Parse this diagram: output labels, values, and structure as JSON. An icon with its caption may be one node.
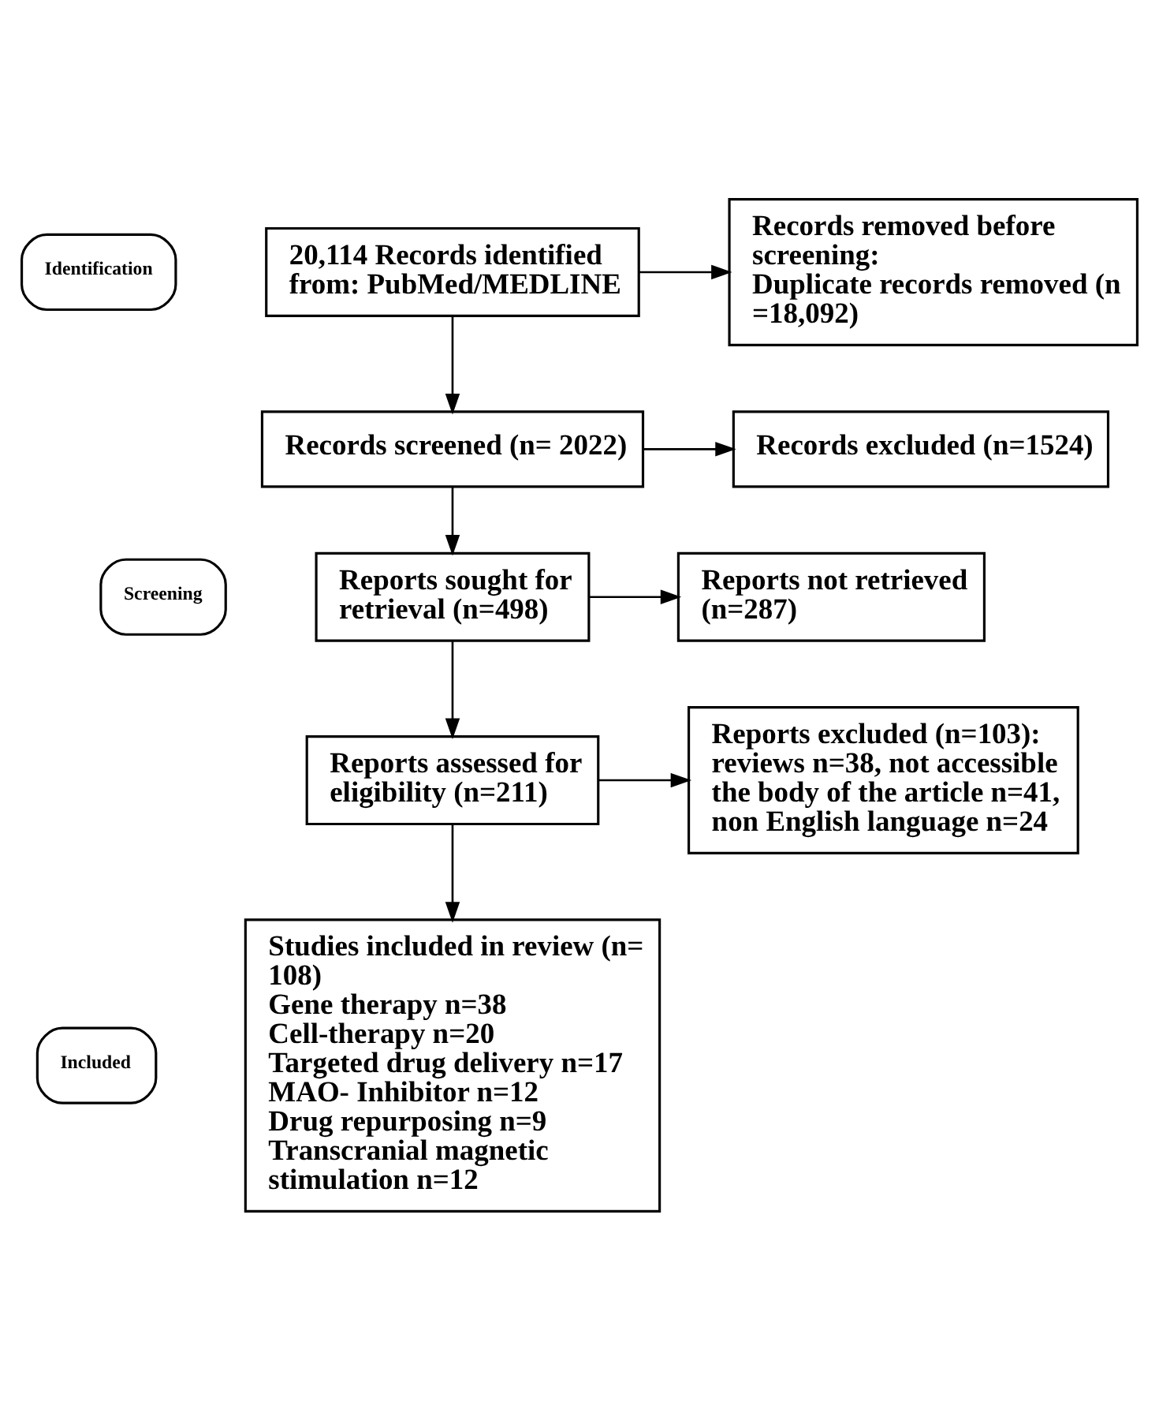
{
  "diagram": {
    "nodes": [
      {
        "text": [
          "Identification"
        ]
      },
      {
        "text": [
          "20,114 Records identified from: PubMed/MEDLINE"
        ]
      },
      {
        "text": [
          "Records removed before screening:",
          "Duplicate records removed (n =18,092)"
        ]
      },
      {
        "text": [
          "Screening"
        ]
      },
      {
        "text": [
          "Records screened (n= 2022)"
        ]
      },
      {
        "text": [
          "Records excluded (n=1524)"
        ]
      },
      {
        "text": [
          "Reports sought for retrieval (n=498)"
        ]
      },
      {
        "text": [
          "Reports not retrieved (n=287)"
        ]
      },
      {
        "text": [
          "Reports assessed for eligibility (n=211)"
        ]
      },
      {
        "text": [
          "Reports excluded (n=103): reviews n=38, not accessible the body of the article n=41, non English language n=24"
        ]
      },
      {
        "text": [
          "Included"
        ]
      },
      {
        "text": [
          "Studies included in review (n= 108)",
          "Gene therapy n=38",
          "Cell-therapy n=20",
          "Targeted drug delivery n=17",
          "MAO- Inhibitor n=12",
          "Drug repurposing n=9",
          "Transcranial magnetic stimulation n=12"
        ]
      }
    ],
    "edges": [
      {
        "from": 1,
        "to": 2,
        "arrow": "to"
      },
      {
        "from": 1,
        "to": 4,
        "arrow": "to"
      },
      {
        "from": 4,
        "to": 5,
        "arrow": "to"
      },
      {
        "from": 4,
        "to": 6,
        "arrow": "to"
      },
      {
        "from": 6,
        "to": 7,
        "arrow": "to"
      },
      {
        "from": 6,
        "to": 8,
        "arrow": "to"
      },
      {
        "from": 8,
        "to": 9,
        "arrow": "to"
      },
      {
        "from": 8,
        "to": 11,
        "arrow": "to"
      }
    ]
  }
}
